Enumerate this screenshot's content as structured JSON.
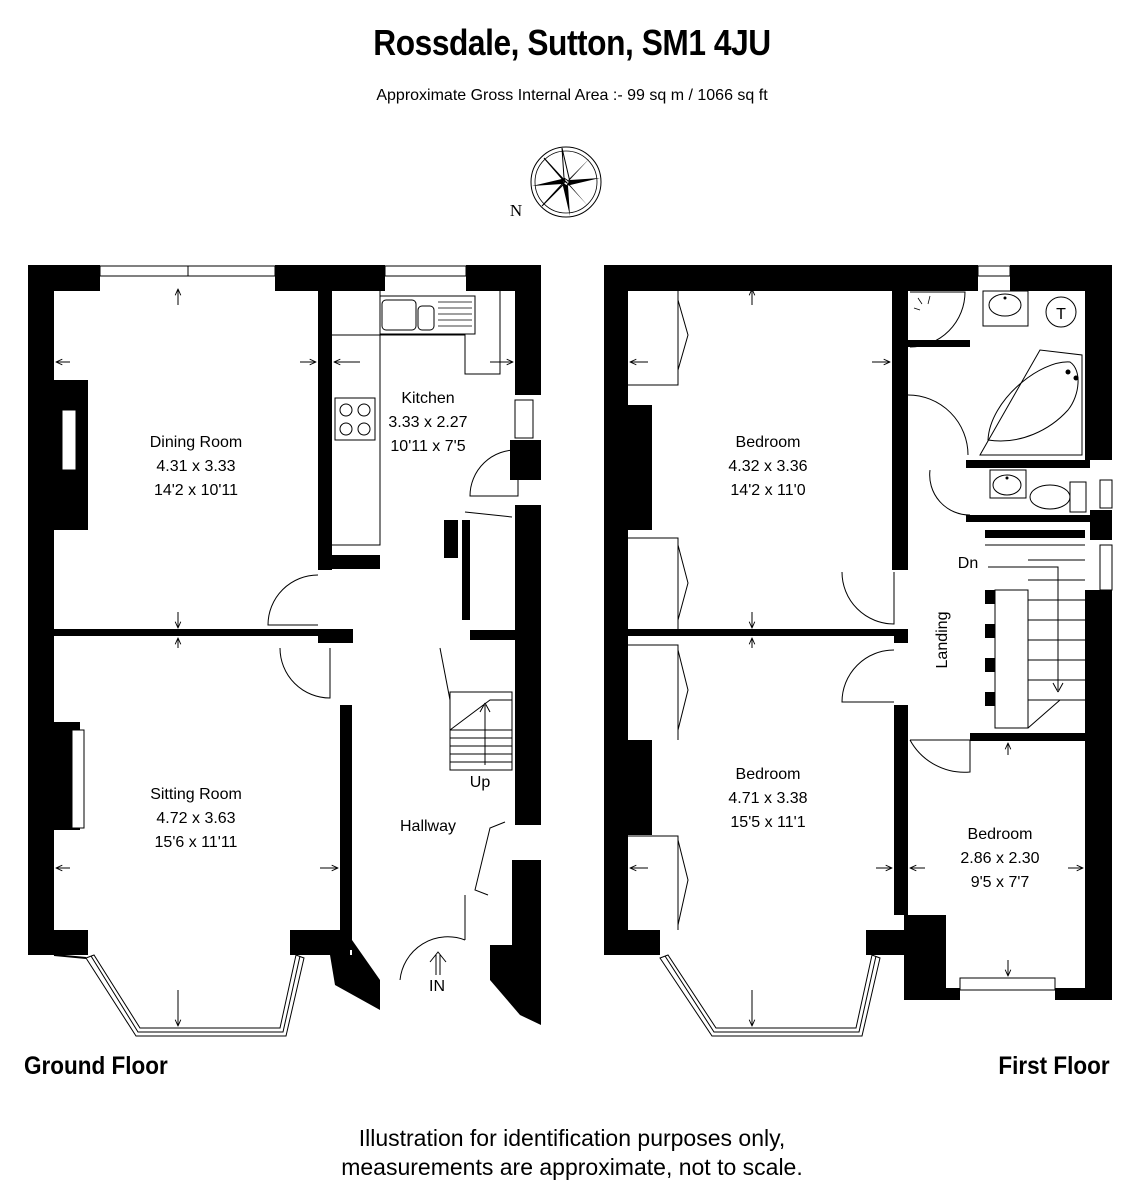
{
  "header": {
    "title": "Rossdale, Sutton, SM1 4JU",
    "subtitle": "Approximate Gross Internal Area :- 99 sq m / 1066 sq ft"
  },
  "compass": {
    "label": "N",
    "icon": "compass-rose-icon"
  },
  "ground_floor": {
    "label": "Ground Floor",
    "rooms": [
      {
        "name": "Dining Room",
        "metric": "4.31 x 3.33",
        "imperial": "14'2 x 10'11"
      },
      {
        "name": "Kitchen",
        "metric": "3.33 x 2.27",
        "imperial": "10'11 x 7'5"
      },
      {
        "name": "Sitting Room",
        "metric": "4.72 x 3.63",
        "imperial": "15'6 x 11'11"
      }
    ],
    "hallway": "Hallway",
    "stairs_up": "Up",
    "entrance": "IN"
  },
  "first_floor": {
    "label": "First Floor",
    "rooms": [
      {
        "name": "Bedroom",
        "metric": "4.32 x 3.36",
        "imperial": "14'2 x 11'0"
      },
      {
        "name": "Bedroom",
        "metric": "4.71 x 3.38",
        "imperial": "15'5 x 11'1"
      },
      {
        "name": "Bedroom",
        "metric": "2.86 x 2.30",
        "imperial": "9'5 x 7'7"
      }
    ],
    "landing": "Landing",
    "stairs_down": "Dn",
    "tank": "T"
  },
  "footer": {
    "line1": "Illustration for identification purposes only,",
    "line2": "measurements are approximate, not to scale."
  }
}
